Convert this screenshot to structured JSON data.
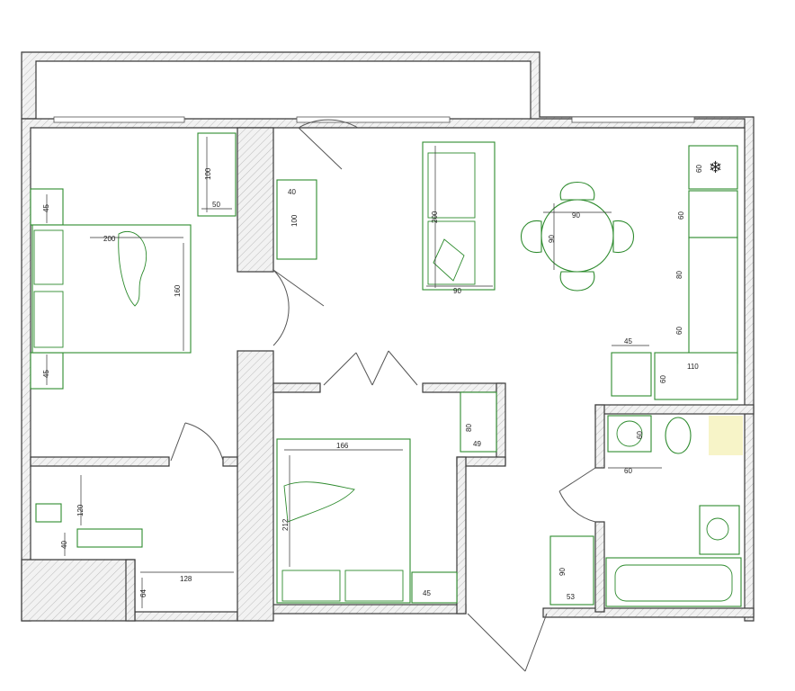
{
  "dimensions": {
    "nightstand_top_depth": "45",
    "bed1_length": "200",
    "bed1_width": "160",
    "nightstand_bottom_depth": "45",
    "wardrobe1_length": "100",
    "wardrobe1_depth": "50",
    "hall_shelf_depth": "40",
    "hall_shelf_length": "100",
    "sofa_length": "200",
    "sofa_depth": "90",
    "table_diameter": "90",
    "table_height_dim": "90",
    "fridge_width": "60",
    "stove_width": "60",
    "counter_length": "80",
    "counter_end": "60",
    "washer_area_width": "45",
    "sink_counter_depth": "110",
    "sink_depth": "60",
    "wardrobe2_depth": "80",
    "wardrobe2_width": "49",
    "bed2_width": "166",
    "bed2_length": "212",
    "nightstand2_depth": "45",
    "washer_dim": "60",
    "bath_gap": "60",
    "closet3_depth": "90",
    "closet3_width": "53",
    "storage_depth": "120",
    "storage_shelf": "40",
    "storage_width": "128",
    "storage_notch": "64"
  },
  "colors": {
    "wall": "#3a3a3a",
    "furniture": "#2e8b2e",
    "accent": "#f7f4c8"
  }
}
